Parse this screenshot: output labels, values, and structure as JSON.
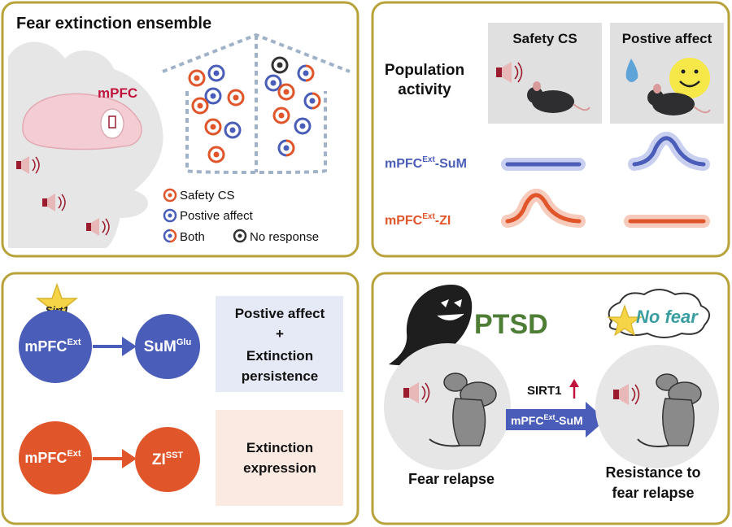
{
  "panel_a": {
    "title": "Fear extinction ensemble",
    "region_label": "mPFC",
    "legend": {
      "safety": "Safety CS",
      "positive": "Postive affect",
      "both": "Both",
      "none": "No response"
    }
  },
  "panel_b": {
    "col1": "Safety CS",
    "col2": "Postive affect",
    "row_title_1": "Population",
    "row_title_2": "activity",
    "row1": {
      "pre": "mPFC",
      "sup": "Ext",
      "post": "-SuM"
    },
    "row2": {
      "pre": "mPFC",
      "sup": "Ext",
      "post": "-ZI"
    }
  },
  "panel_c": {
    "star_label": "Sirt1",
    "node1": {
      "base": "mPFC",
      "sup": "Ext"
    },
    "node2": {
      "base": "SuM",
      "sup": "Glu"
    },
    "node3": {
      "base": "mPFC",
      "sup": "Ext"
    },
    "node4": {
      "base": "ZI",
      "sup": "SST"
    },
    "box1": [
      "Postive affect",
      "+",
      "Extinction",
      "persistence"
    ],
    "box2": [
      "Extinction",
      "expression"
    ]
  },
  "panel_d": {
    "ptsd": "PTSD",
    "no_fear": "No fear",
    "sirt1": "SIRT1",
    "arrow": {
      "pre": "mPFC",
      "sup": "Ext",
      "post": "-SuM"
    },
    "left_caption": "Fear relapse",
    "right_caption": [
      "Resistance to",
      "fear relapse"
    ]
  },
  "colors": {
    "frame": "#b8a23a",
    "blue": "#4a5db8",
    "orange": "#e0552a",
    "dark_red": "#9b1c2e",
    "gray": "#e0e0e0"
  }
}
